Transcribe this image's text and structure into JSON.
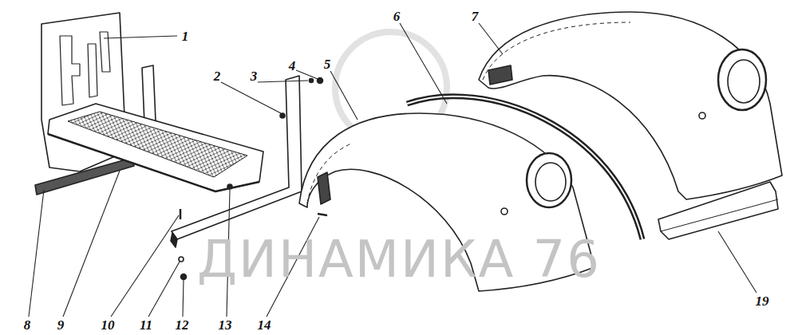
{
  "diagram": {
    "labels": [
      "1",
      "2",
      "3",
      "4",
      "5",
      "6",
      "7",
      "8",
      "9",
      "10",
      "11",
      "12",
      "13",
      "14",
      "19",
      "ДИНАМИКА 76"
    ]
  }
}
